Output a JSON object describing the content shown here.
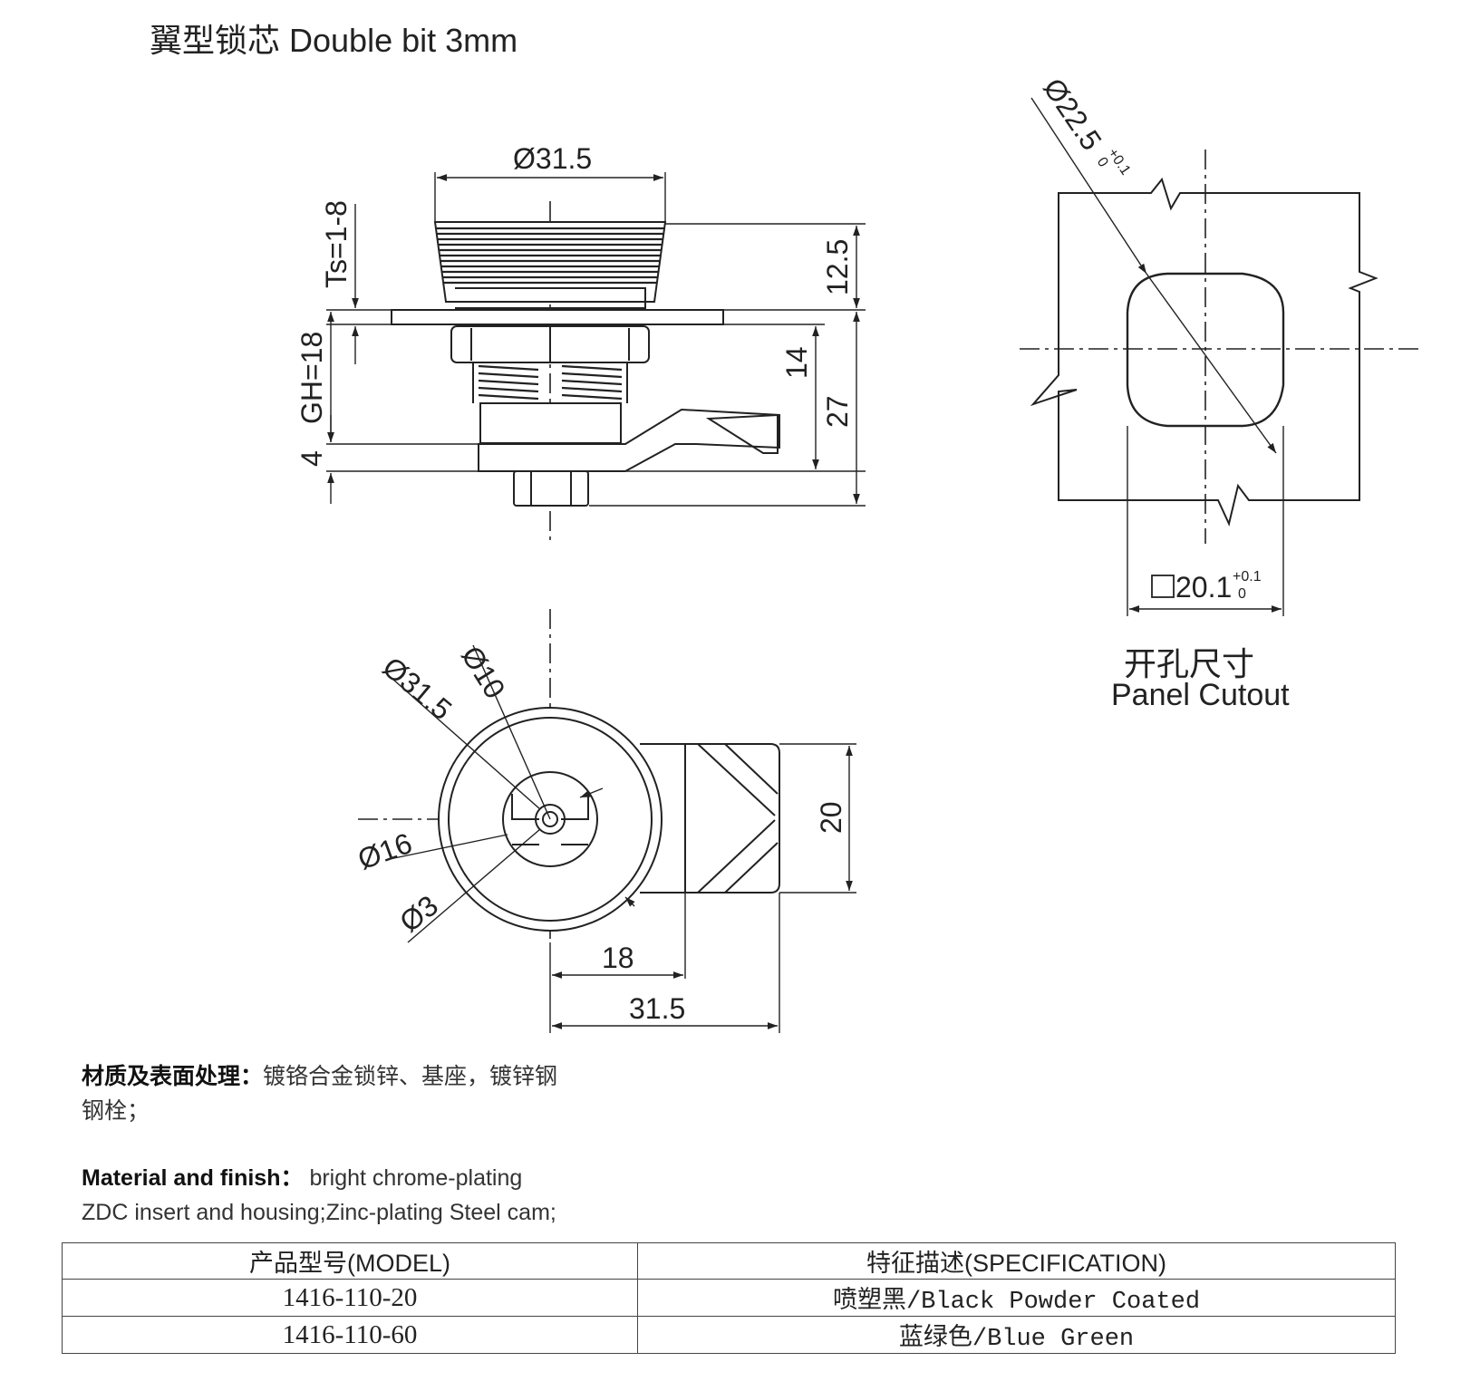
{
  "title": "翼型锁芯 Double bit 3mm",
  "side_view": {
    "dia_top": "Ø31.5",
    "ts": "Ts=1-8",
    "gh": "GH=18",
    "dim_4": "4",
    "dim_12_5": "12.5",
    "dim_14": "14",
    "dim_27": "27"
  },
  "front_view": {
    "dia_10": "Ø10",
    "dia_31_5": "Ø31.5",
    "dia_16": "Ø16",
    "dia_3": "Ø3",
    "dim_20": "20",
    "dim_18": "18",
    "dim_31_5": "31.5"
  },
  "cutout": {
    "dia_22_5": "Ø22.5",
    "dia_tol_upper": "+0.1",
    "dia_tol_lower": "0",
    "square_size": "20.1",
    "sq_tol_upper": "+0.1",
    "sq_tol_lower": "0",
    "label_zh": "开孔尺寸",
    "label_en": "Panel Cutout"
  },
  "material": {
    "zh_label": "材质及表面处理：",
    "zh_text_1": "镀铬合金锁锌、基座，镀锌钢",
    "zh_text_2": "钢栓；",
    "en_label": "Material and finish：",
    "en_text_1": "bright chrome-plating",
    "en_text_2": "ZDC insert and housing;Zinc-plating Steel cam;"
  },
  "table": {
    "headers": [
      "产品型号(MODEL)",
      "特征描述(SPECIFICATION)"
    ],
    "rows": [
      {
        "model": "1416-110-20",
        "spec": "喷塑黑/Black Powder Coated"
      },
      {
        "model": "1416-110-60",
        "spec": "蓝绿色/Blue Green"
      }
    ]
  }
}
